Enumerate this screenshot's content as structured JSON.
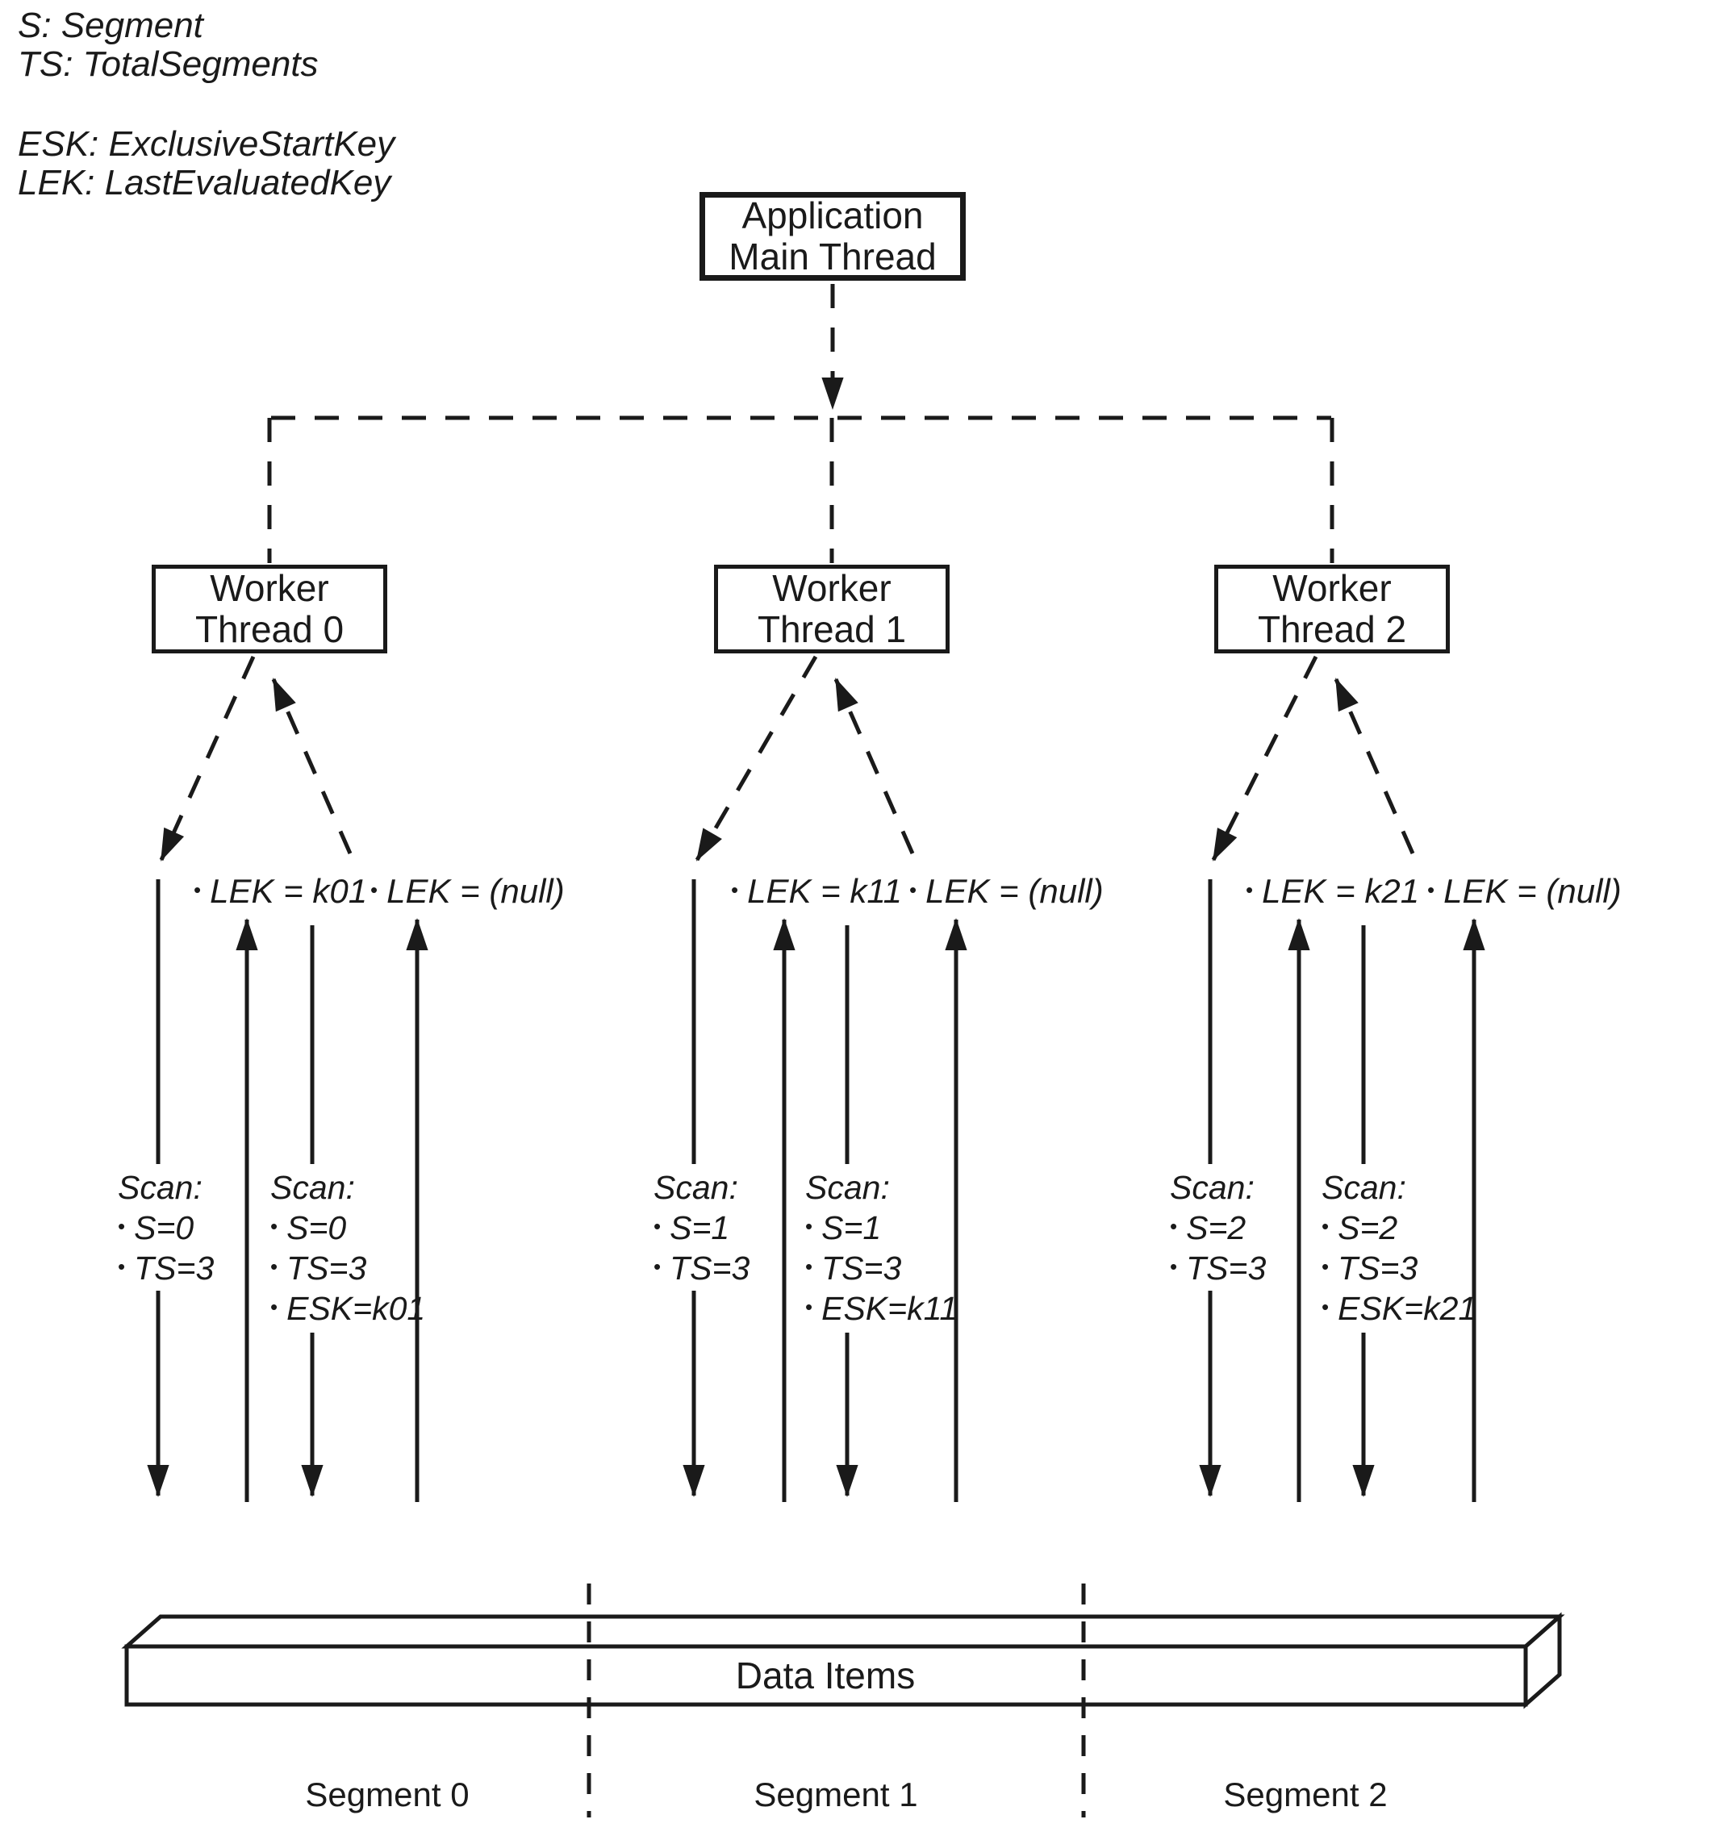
{
  "bullet": "•",
  "legend": {
    "items": [
      "S: Segment",
      "TS: TotalSegments",
      "ESK: ExclusiveStartKey",
      "LEK: LastEvaluatedKey"
    ]
  },
  "app_box": {
    "lines": [
      "Application",
      "Main Thread"
    ]
  },
  "workers": [
    {
      "box_lines": [
        "Worker",
        "Thread 0"
      ],
      "responses": [
        "LEK = k01",
        "LEK = (null)"
      ],
      "requests": [
        {
          "title": "Scan:",
          "items": [
            "S=0",
            "TS=3"
          ]
        },
        {
          "title": "Scan:",
          "items": [
            "S=0",
            "TS=3",
            "ESK=k01"
          ]
        }
      ]
    },
    {
      "box_lines": [
        "Worker",
        "Thread 1"
      ],
      "responses": [
        "LEK = k11",
        "LEK = (null)"
      ],
      "requests": [
        {
          "title": "Scan:",
          "items": [
            "S=1",
            "TS=3"
          ]
        },
        {
          "title": "Scan:",
          "items": [
            "S=1",
            "TS=3",
            "ESK=k11"
          ]
        }
      ]
    },
    {
      "box_lines": [
        "Worker",
        "Thread 2"
      ],
      "responses": [
        "LEK = k21",
        "LEK = (null)"
      ],
      "requests": [
        {
          "title": "Scan:",
          "items": [
            "S=2",
            "TS=3"
          ]
        },
        {
          "title": "Scan:",
          "items": [
            "S=2",
            "TS=3",
            "ESK=k21"
          ]
        }
      ]
    }
  ],
  "data_bar": {
    "label": "Data Items"
  },
  "segment_labels": [
    "Segment 0",
    "Segment 1",
    "Segment 2"
  ],
  "colors": {
    "ink": "#1a1a1a",
    "paper": "#ffffff"
  }
}
